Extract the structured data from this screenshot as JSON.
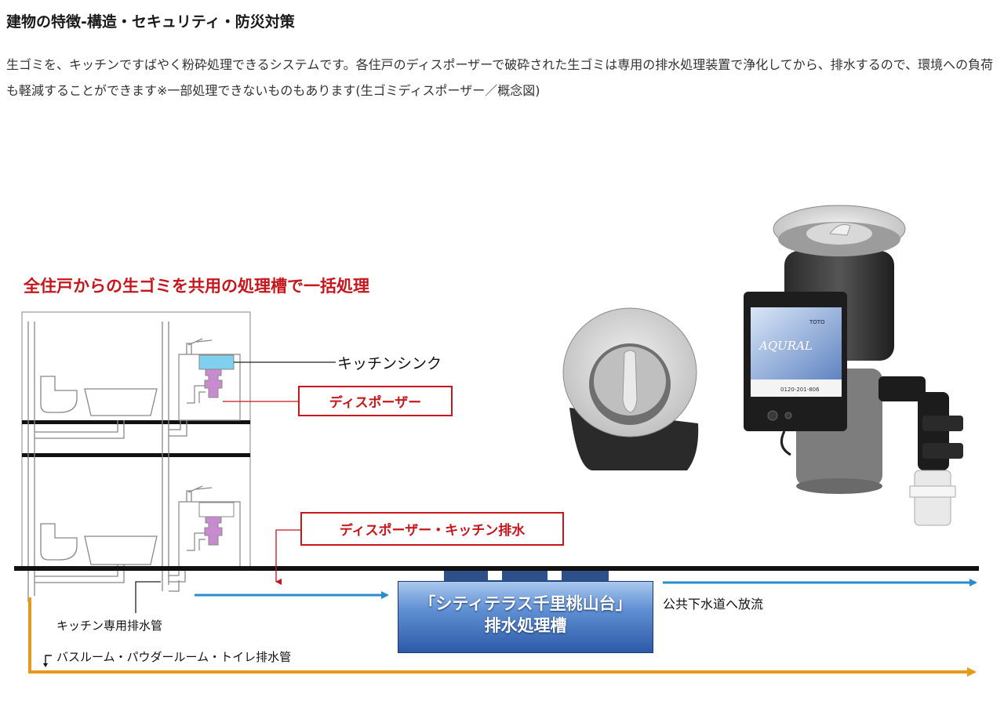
{
  "page": {
    "title": "建物の特徴-構造・セキュリティ・防災対策",
    "description": "生ゴミを、キッチンですばやく粉砕処理できるシステムです。各住戸のディスポーザーで破砕された生ゴミは専用の排水処理装置で浄化してから、排水するので、環境への負荷も軽減することができます※一部処理できないものもあります(生ゴミディスポーザー／概念図)"
  },
  "diagram": {
    "headline": "全住戸からの生ゴミを共用の処理槽で一括処理",
    "labels": {
      "kitchen_sink": "キッチンシンク",
      "disposer": "ディスポーザー",
      "disposer_drain": "ディスポーザー・キッチン排水",
      "kitchen_pipe": "キッチン専用排水管",
      "bath_pipe": "バスルーム・パウダールーム・トイレ排水管",
      "public_sewer": "公共下水道へ放流"
    },
    "tank": {
      "line1": "「シティテラス千里桃山台」",
      "line2": "排水処理槽"
    },
    "product": {
      "brand": "TOTO",
      "logo": "AQURAL",
      "phone": "0120-201-806"
    },
    "colors": {
      "accent_red": "#c8161d",
      "pipe_blue": "#2b8ccc",
      "pipe_orange": "#e69a1c",
      "sink_blue": "#7fd0ee",
      "disposer_purple": "#c98bd0"
    }
  }
}
